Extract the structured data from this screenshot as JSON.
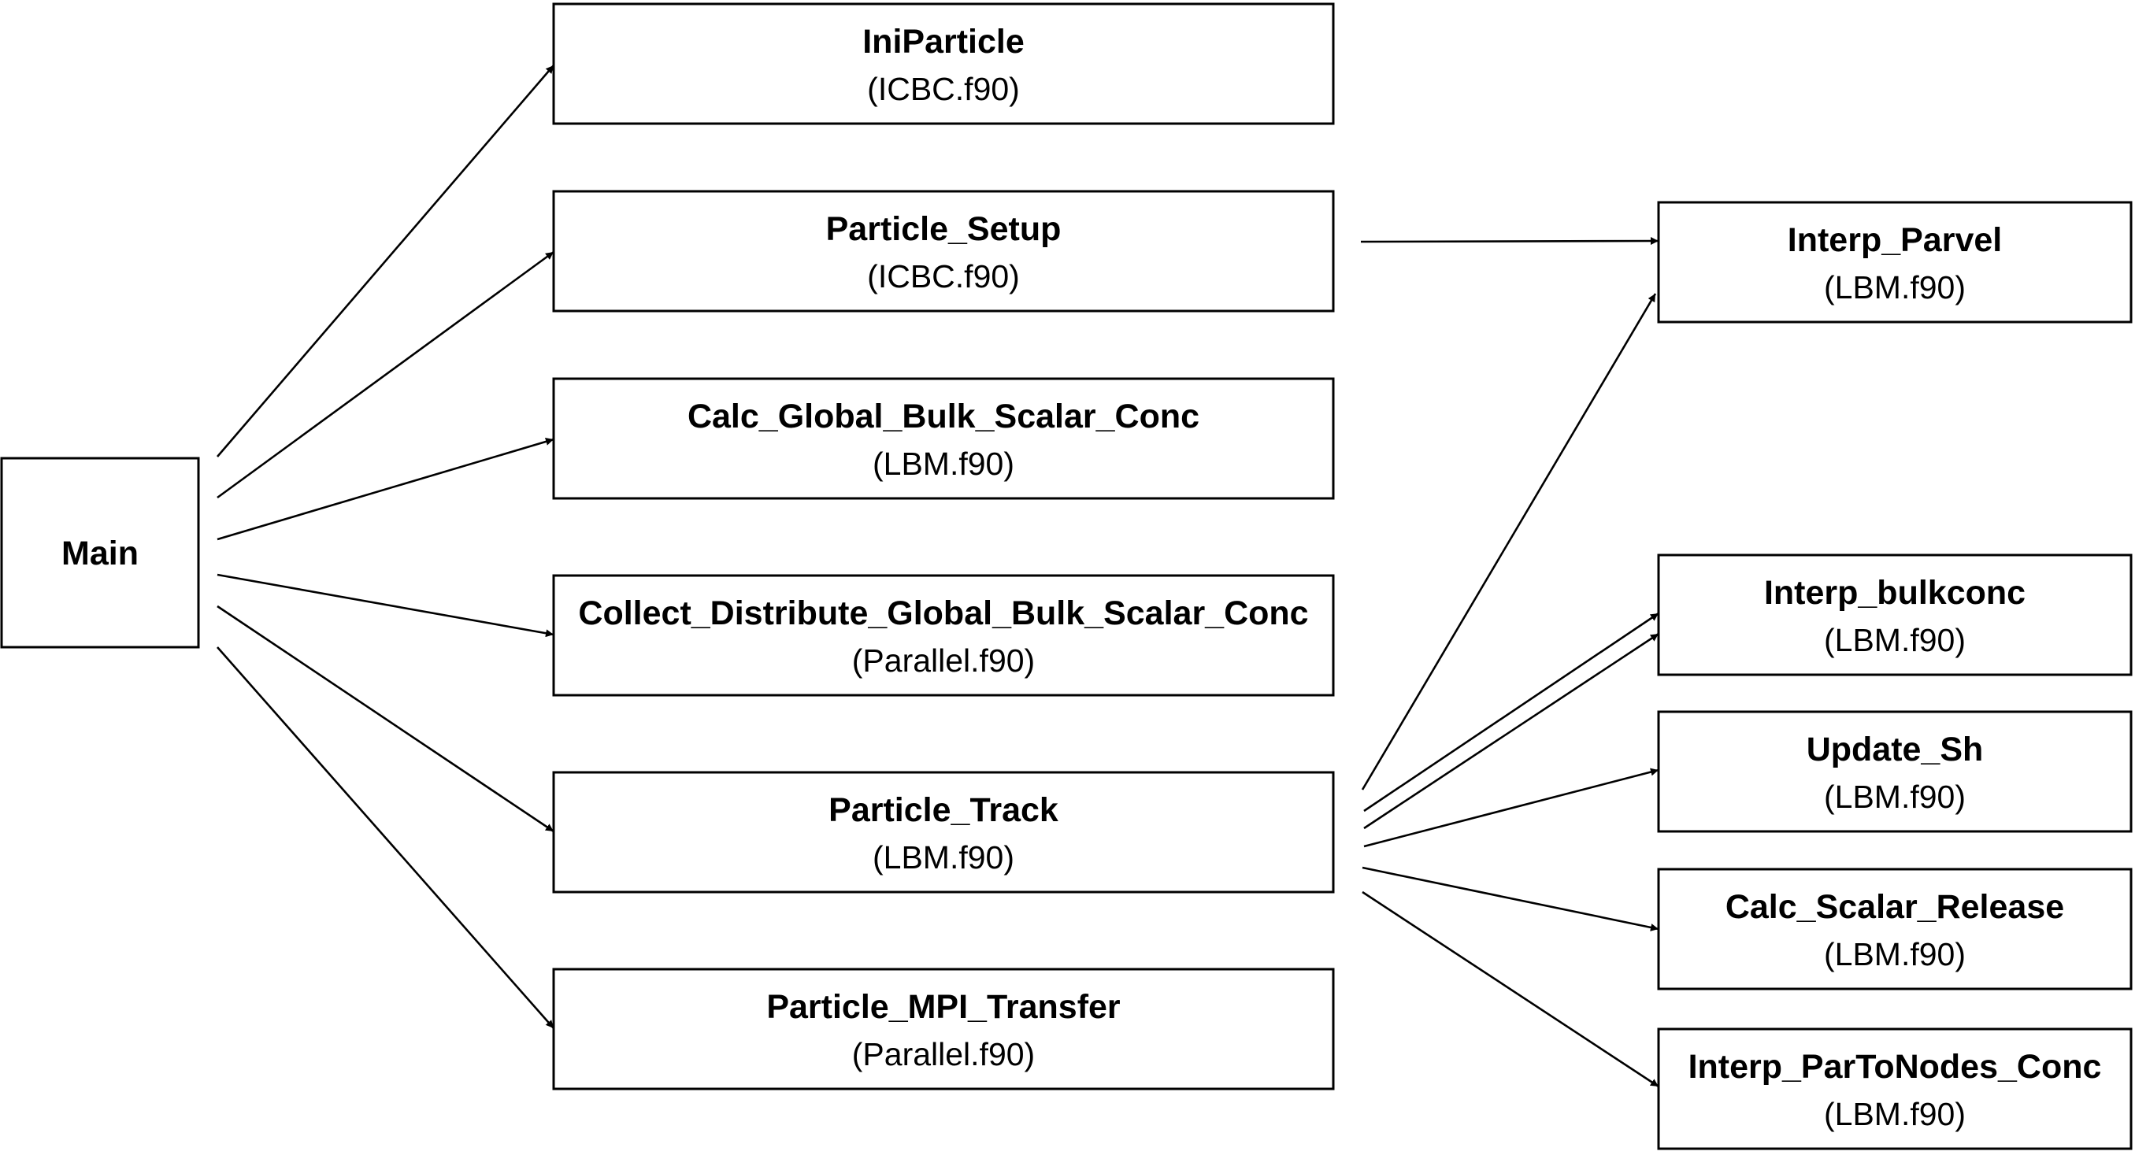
{
  "nodes": [
    {
      "id": "main",
      "name": "Main",
      "file": ""
    },
    {
      "id": "iniparticle",
      "name": "IniParticle",
      "file": "(ICBC.f90)"
    },
    {
      "id": "particle-setup",
      "name": "Particle_Setup",
      "file": "(ICBC.f90)"
    },
    {
      "id": "calc-global-bulk-scalar-conc",
      "name": "Calc_Global_Bulk_Scalar_Conc",
      "file": "(LBM.f90)"
    },
    {
      "id": "collect-distribute-global-bulk-scalar-conc",
      "name": "Collect_Distribute_Global_Bulk_Scalar_Conc",
      "file": "(Parallel.f90)"
    },
    {
      "id": "particle-track",
      "name": "Particle_Track",
      "file": "(LBM.f90)"
    },
    {
      "id": "particle-mpi-transfer",
      "name": "Particle_MPI_Transfer",
      "file": "(Parallel.f90)"
    },
    {
      "id": "interp-parvel",
      "name": "Interp_Parvel",
      "file": "(LBM.f90)"
    },
    {
      "id": "interp-bulkconc",
      "name": "Interp_bulkconc",
      "file": "(LBM.f90)"
    },
    {
      "id": "update-sh",
      "name": "Update_Sh",
      "file": "(LBM.f90)"
    },
    {
      "id": "calc-scalar-release",
      "name": "Calc_Scalar_Release",
      "file": "(LBM.f90)"
    },
    {
      "id": "interp-partonodes-conc",
      "name": "Interp_ParToNodes_Conc",
      "file": "(LBM.f90)"
    }
  ],
  "edges": [
    {
      "from": "main",
      "to": "iniparticle"
    },
    {
      "from": "main",
      "to": "particle-setup"
    },
    {
      "from": "main",
      "to": "calc-global-bulk-scalar-conc"
    },
    {
      "from": "main",
      "to": "collect-distribute-global-bulk-scalar-conc"
    },
    {
      "from": "main",
      "to": "particle-track"
    },
    {
      "from": "main",
      "to": "particle-mpi-transfer"
    },
    {
      "from": "particle-setup",
      "to": "interp-parvel"
    },
    {
      "from": "particle-track",
      "to": "interp-parvel"
    },
    {
      "from": "particle-track",
      "to": "interp-bulkconc"
    },
    {
      "from": "particle-track",
      "to": "interp-bulkconc"
    },
    {
      "from": "particle-track",
      "to": "update-sh"
    },
    {
      "from": "particle-track",
      "to": "calc-scalar-release"
    },
    {
      "from": "particle-track",
      "to": "interp-partonodes-conc"
    }
  ]
}
